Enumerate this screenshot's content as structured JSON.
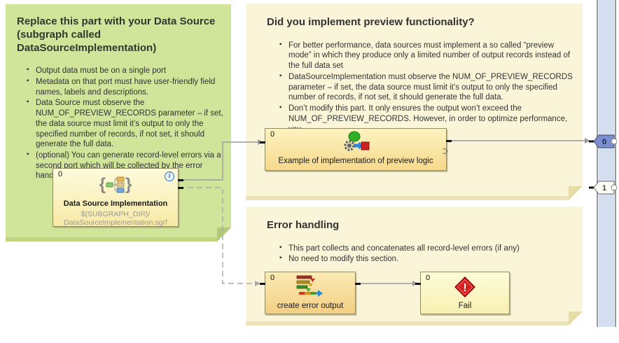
{
  "annotations": {
    "data_source": {
      "title": "Replace this part with your Data Source (subgraph called DataSourceImplementation)",
      "bullets": [
        "Output data must be on a single port",
        "Metadata on that port must have user-friendly field names, labels and descriptions.",
        "Data Source must observe the NUM_OF_PREVIEW_RECORDS parameter – if set, the data source must limit it’s output to only the specified number of records, if not set, it should generate the full data.",
        "(optional) You can generate record-level errors via a second port which will be collected by the error handling logic below"
      ]
    },
    "preview": {
      "title": "Did you implement preview functionality?",
      "bullets": [
        "For better performance, data sources must implement a so called “preview mode” in which they produce only a limited number of output records instead of the full data set",
        "DataSourceImplementation must observe the NUM_OF_PREVIEW_RECORDS parameter – if set, the data source must limit it’s output to only the specified number of records, if not set, it should generate the full data.",
        "Don’t modify this part. It only ensures the output won’t exceed the NUM_OF_PREVIEW_RECORDS. However, in order to optimize performance, you"
      ]
    },
    "error_handling": {
      "title": "Error handling",
      "bullets": [
        "This part collects and concatenates all record-level errors (if any)",
        "No need to modify this section."
      ]
    }
  },
  "components": {
    "data_source_impl": {
      "port": "0",
      "name": "Data Source Implementation",
      "path_line1": "${SUBGRAPH_DIR}/",
      "path_line2": "DataSourceImplementation.sgrf",
      "info_glyph": "i"
    },
    "preview_logic": {
      "port": "0",
      "name": "Example of implementation of preview logic"
    },
    "create_error_output": {
      "port": "0",
      "name": "create error output"
    },
    "fail": {
      "port": "0",
      "name": "Fail",
      "fail_glyph": "!"
    }
  },
  "subgraph_output_ports": [
    {
      "label": "0"
    },
    {
      "label": "1"
    }
  ],
  "colors": {
    "annotation_green": "#d0e49a",
    "annotation_cream": "#faf5d8",
    "port_bar_blue": "#d3dfee",
    "connected_port_fill": "#7b8fd0",
    "fail_red": "#d42020",
    "info_blue": "#2e6fbd"
  }
}
